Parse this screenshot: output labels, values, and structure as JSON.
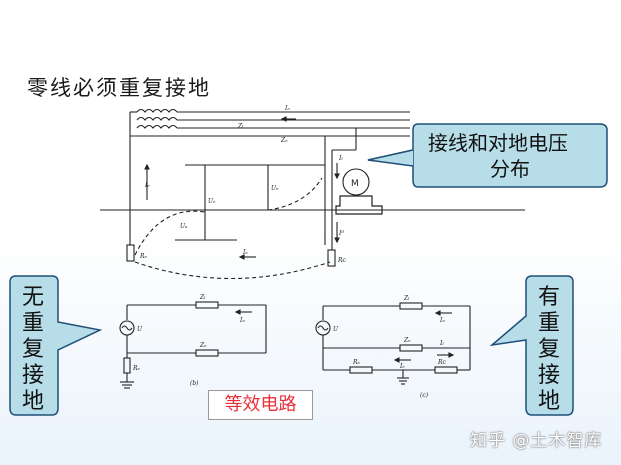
{
  "title": "零线必须重复接地",
  "callouts": {
    "top_right": [
      "接线和对地电压",
      "分布"
    ],
    "left": "无重复接地",
    "right": "有重复接地"
  },
  "equivalent_label": "等效电路",
  "watermark": "知乎 @土木智库",
  "circuit_labels": {
    "i_n": "Iₙ",
    "z_l": "Zₗ",
    "z_n": "Zₙ",
    "i_l": "Iₗ",
    "i_e": "Iₑ",
    "u_e": "Uₑ",
    "u_n": "Uₙ",
    "u_a": "Uₐ",
    "r_e": "Rₑ",
    "r_c": "Rᴄ",
    "i_d": "Iᵈ",
    "m": "M",
    "u": "U",
    "fig_b": "(b)",
    "fig_c": "(c)"
  },
  "colors": {
    "callout_fill": "#b7dde8",
    "callout_stroke": "#1f4e79",
    "equivalent_text": "#e8303a"
  }
}
